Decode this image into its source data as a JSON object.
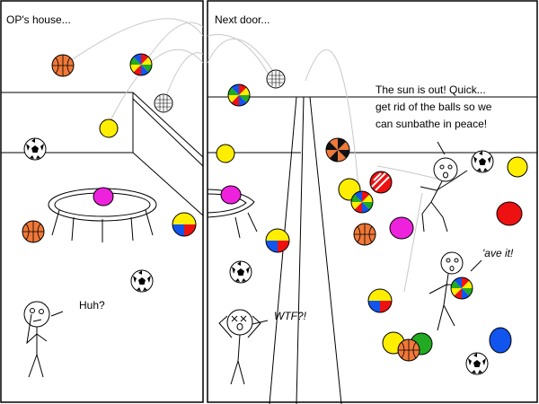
{
  "panel_left": {
    "caption": "OP's house...",
    "speech_huh": "Huh?"
  },
  "panel_right": {
    "caption": "Next door...",
    "speech_sun": [
      "The sun is out! Quick...",
      "get rid of the balls so we",
      "can sunbathe in peace!"
    ],
    "speech_ave": "'ave it!",
    "speech_wtf": "WTF?!"
  },
  "colors": {
    "basketball": "#f07838",
    "yellow": "#ffee00",
    "magenta": "#ee22dd",
    "red": "#ee1111",
    "green": "#22aa22",
    "blue": "#1155ee",
    "sky_line": "#c8c8c8"
  }
}
